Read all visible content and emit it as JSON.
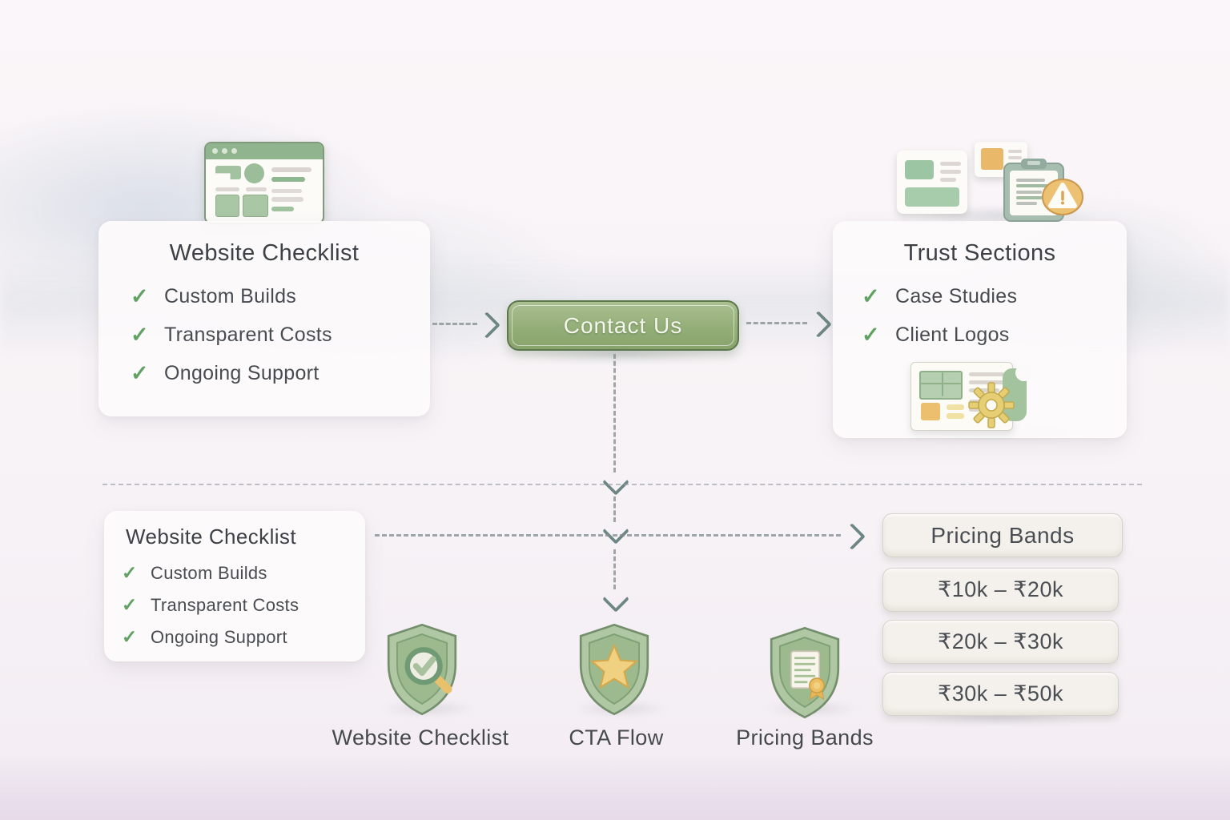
{
  "palette": {
    "background": "#f7f3f6",
    "card_bg": "#fbf9fa",
    "pill_bg": "#f4f1ec",
    "accent_green": "#94ae78",
    "check_green": "#5fa263",
    "arrow_gray": "#6e8784",
    "text_dark": "#43474c",
    "button_text": "#f4f7ed",
    "warning_orange": "#e8b467",
    "star_yellow": "#f0d081"
  },
  "icons": {
    "check": "✓"
  },
  "top_left_card": {
    "title": "Website Checklist",
    "items": [
      "Custom Builds",
      "Transparent Costs",
      "Ongoing Support"
    ]
  },
  "cta_button": {
    "label": "Contact Us"
  },
  "trust_card": {
    "title": "Trust Sections",
    "items": [
      "Case Studies",
      "Client Logos"
    ]
  },
  "bottom_left_card": {
    "title": "Website Checklist",
    "items": [
      "Custom Builds",
      "Transparent Costs",
      "Ongoing Support"
    ]
  },
  "pricing": {
    "header": "Pricing Bands",
    "bands": [
      "₹10k – ₹20k",
      "₹20k – ₹30k",
      "₹30k – ₹50k"
    ]
  },
  "badges": [
    {
      "icon": "shield-magnifier-check",
      "label": "Website Checklist"
    },
    {
      "icon": "shield-star",
      "label": "CTA Flow"
    },
    {
      "icon": "shield-certificate",
      "label": "Pricing Bands"
    }
  ]
}
